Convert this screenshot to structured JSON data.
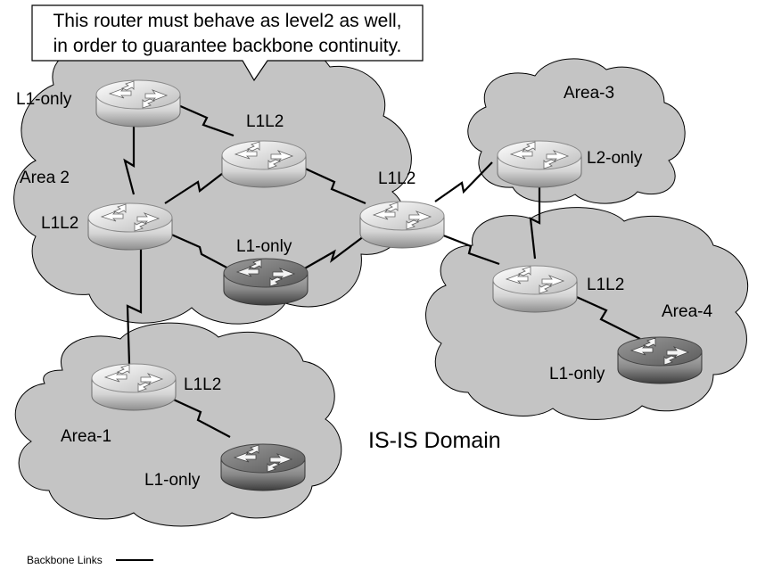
{
  "callout": {
    "line1": "This router must behave as level2 as well,",
    "line2": "in order to guarantee backbone continuity."
  },
  "areas": {
    "area2": "Area 2",
    "area3": "Area-3",
    "area4": "Area-4",
    "area1": "Area-1"
  },
  "routers": {
    "r_a2_top": "L1-only",
    "r_a2_mid_top": "L1L2",
    "r_a2_left": "L1L2",
    "r_a2_bottom": "L1-only",
    "r_core": "L1L2",
    "r_a3": "L2-only",
    "r_a4_top": "L1L2",
    "r_a4_bottom": "L1-only",
    "r_a1_top": "L1L2",
    "r_a1_bottom": "L1-only"
  },
  "domain_label": "IS-IS Domain",
  "legend": {
    "backbone_label": "Backbone Links"
  },
  "colors": {
    "cloud_fill": "#c4c4c4",
    "router_l2": "#d8d8d8",
    "router_l1": "#7a7a7a",
    "link": "#000000"
  }
}
